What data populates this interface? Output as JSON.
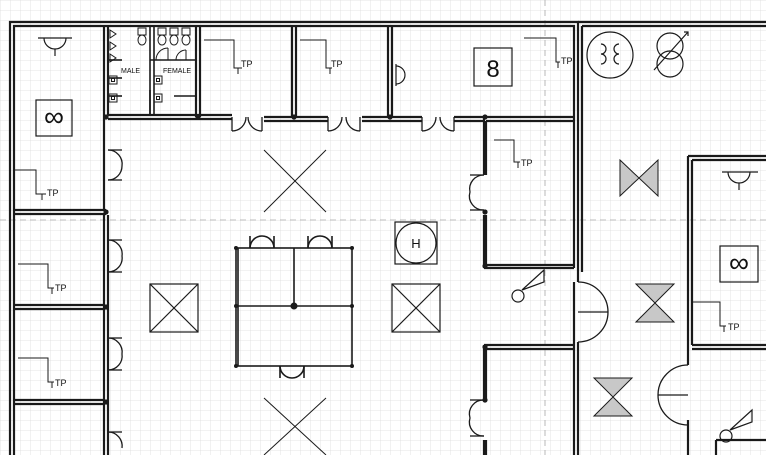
{
  "colors": {
    "grid": "#dcdcdc",
    "guide": "#a8a8a8",
    "wall": "#1a1a1a",
    "symbol_fill": "#c8c8c8",
    "background": "#ffffff"
  },
  "restroom": {
    "male_label": "MALE",
    "female_label": "FEMALE"
  },
  "symbols": {
    "telephone_label": "TP",
    "helipad_label": "H",
    "infinity_glyph": "∞",
    "figure_eight_glyph": "8"
  }
}
